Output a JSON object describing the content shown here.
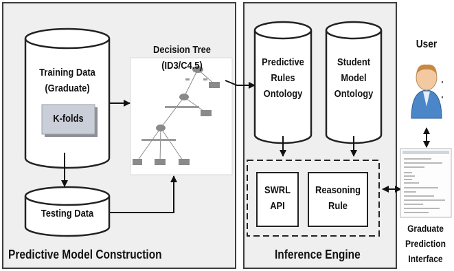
{
  "left_section": {
    "title": "Predictive Model Construction",
    "training_data": {
      "line1": "Training Data",
      "line2": "(Graduate)"
    },
    "kfolds_label": "K-folds",
    "testing_data": "Testing Data",
    "decision_tree_title": "Decision Tree (ID3/C4.5)"
  },
  "right_section": {
    "title": "Inference Engine",
    "predictive_rules": {
      "line1": "Predictive",
      "line2": "Rules",
      "line3": "Ontology"
    },
    "student_model": {
      "line1": "Student",
      "line2": "Model",
      "line3": "Ontology"
    },
    "swrl": {
      "line1": "SWRL",
      "line2": "API"
    },
    "reasoning": {
      "line1": "Reasoning",
      "line2": "Rule"
    }
  },
  "user_label": "User",
  "interface_label": {
    "line1": "Graduate",
    "line2": "Prediction",
    "line3": "Interface"
  },
  "colors": {
    "panel_bg": "#efefef",
    "border": "#3c3c3c",
    "kfolds_box": "#c9ced8",
    "user_blue": "#4a86c8"
  }
}
